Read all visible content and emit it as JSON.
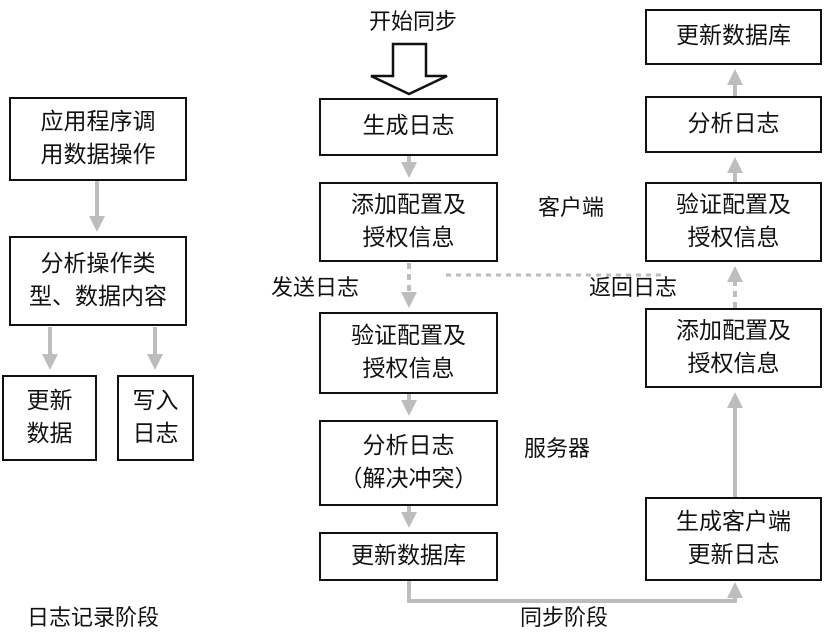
{
  "colors": {
    "box_border": "#111111",
    "arrow": "#bdbdbd",
    "text": "#111111"
  },
  "left": {
    "box_app_call": [
      "应用程序调",
      "用数据操作"
    ],
    "box_analyze_type": [
      "分析操作类",
      "型、数据内容"
    ],
    "box_update_data": [
      "更新",
      "数据"
    ],
    "box_write_log": [
      "写入",
      "日志"
    ],
    "stage_label": "日志记录阶段"
  },
  "sync": {
    "start_label": "开始同步",
    "box_generate_log": [
      "生成日志"
    ],
    "box_add_config_client": [
      "添加配置及",
      "授权信息"
    ],
    "send_log_label": "发送日志",
    "box_verify_config_server": [
      "验证配置及",
      "授权信息"
    ],
    "box_analyze_log_server": [
      "分析日志",
      "（解决冲突）"
    ],
    "box_update_db_server": [
      "更新数据库"
    ],
    "client_label": "客户端",
    "server_label": "服务器",
    "return_log_label": "返回日志",
    "box_generate_client_log": [
      "生成客户端",
      "更新日志"
    ],
    "box_add_config_server": [
      "添加配置及",
      "授权信息"
    ],
    "box_verify_config_client": [
      "验证配置及",
      "授权信息"
    ],
    "box_analyze_log_client": [
      "分析日志"
    ],
    "box_update_db_client": [
      "更新数据库"
    ],
    "stage_label": "同步阶段"
  }
}
